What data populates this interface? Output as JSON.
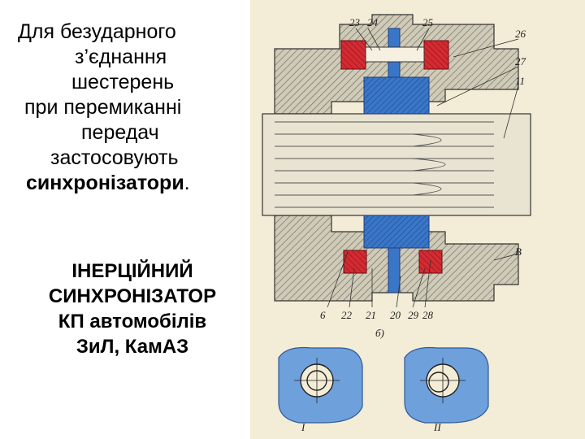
{
  "intro": {
    "line1": "Для безударного",
    "line2": "з’єднання",
    "line3": "шестерень",
    "line4": "при перемиканні",
    "line5": "передач",
    "line6": "застосовують",
    "line7_bold": "синхронізатори",
    "line7_tail": "."
  },
  "caption": {
    "line1": "ІНЕРЦІЙНИЙ",
    "line2": "СИНХРОНІЗАТОР",
    "line3": "КП автомобілів",
    "line4": "ЗиЛ, КамАЗ"
  },
  "figure": {
    "labels_top": [
      "23",
      "24",
      "25",
      "26",
      "27",
      "11"
    ],
    "labels_bottom": [
      "6",
      "22",
      "21",
      "20",
      "29",
      "28"
    ],
    "label_right": "В",
    "subfig_label": "б)",
    "view_labels": [
      "I",
      "II"
    ],
    "colors": {
      "paper": "#f3ecd6",
      "housing": "#c9c6b4",
      "hatch": "#6f6a5c",
      "red": "#d42a32",
      "blue": "#3a76c8",
      "light_blue": "#6ea0dc",
      "shaft": "#e9e4d2"
    }
  }
}
